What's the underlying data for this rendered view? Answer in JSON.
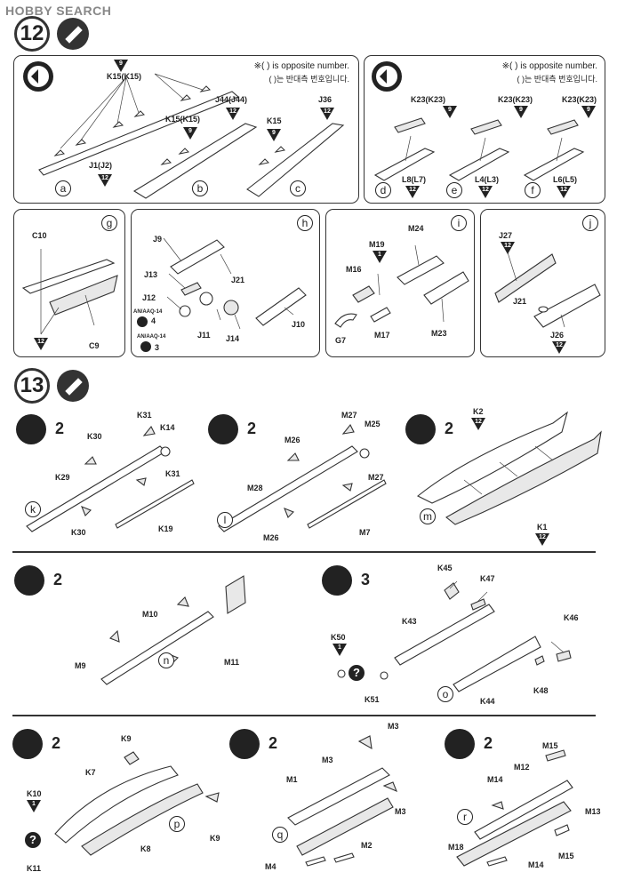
{
  "watermark": "HOBBY SEARCH",
  "step12": {
    "number": "12",
    "panel_a": {
      "note_en": "※( ) is opposite number.",
      "note_ko": "( )는 반대측 번호입니다.",
      "labels": {
        "k15_top": "K15(K15)",
        "k15_top_tag": "9",
        "j1": "J1(J2)",
        "j1_tag": "12",
        "k15_mid": "K15(K15)",
        "k15_mid_tag": "9",
        "j44": "J44(J44)",
        "j44_tag": "12",
        "k15_right": "K15",
        "k15_right_tag": "9",
        "j36": "J36",
        "j36_tag": "12"
      },
      "letters": [
        "a",
        "b",
        "c"
      ]
    },
    "panel_d": {
      "note_en": "※( ) is opposite number.",
      "note_ko": "( )는 반대측 번호입니다.",
      "labels": {
        "k23_1": "K23(K23)",
        "k23_1_tag": "9",
        "k23_2": "K23(K23)",
        "k23_2_tag": "9",
        "k23_3": "K23(K23)",
        "k23_3_tag": "9",
        "l8": "L8(L7)",
        "l8_tag": "12",
        "l4": "L4(L3)",
        "l4_tag": "12",
        "l6": "L6(L5)",
        "l6_tag": "12"
      },
      "letters": [
        "d",
        "e",
        "f"
      ]
    },
    "panel_g": {
      "letter": "g",
      "c10": "C10",
      "c9": "C9",
      "tag": "12"
    },
    "panel_h": {
      "letter": "h",
      "j9": "J9",
      "j13": "J13",
      "j12": "J12",
      "j21": "J21",
      "j11": "J11",
      "j14": "J14",
      "j10": "J10",
      "an1": "AN/AAQ-14",
      "an1_num": "4",
      "an2": "AN/AAQ-14",
      "an2_num": "3"
    },
    "panel_i": {
      "letter": "i",
      "m19": "M19",
      "m19_tag": "1",
      "m24": "M24",
      "m16": "M16",
      "g7": "G7",
      "m17": "M17",
      "m23": "M23"
    },
    "panel_j": {
      "letter": "j",
      "j27": "J27",
      "j27_tag": "12",
      "j21": "J21",
      "j26": "J26",
      "j26_tag": "12"
    }
  },
  "step13": {
    "number": "13",
    "k": {
      "qty": "2",
      "letter": "k",
      "k31a": "K31",
      "k14": "K14",
      "k30a": "K30",
      "k29": "K29",
      "k31b": "K31",
      "k30b": "K30",
      "k19": "K19"
    },
    "l": {
      "qty": "2",
      "letter": "l",
      "m27a": "M27",
      "m25": "M25",
      "m26a": "M26",
      "m28": "M28",
      "m27b": "M27",
      "m26b": "M26",
      "m7": "M7"
    },
    "m": {
      "qty": "2",
      "letter": "m",
      "k2": "K2",
      "k2_tag": "12",
      "k1": "K1",
      "k1_tag": "12"
    },
    "n": {
      "qty": "2",
      "letter": "n",
      "m10": "M10",
      "m9": "M9",
      "m11": "M11"
    },
    "o": {
      "qty": "3",
      "letter": "o",
      "k45": "K45",
      "k47": "K47",
      "k43": "K43",
      "k50": "K50",
      "k50_tag": "1",
      "k51": "K51",
      "k46": "K46",
      "k48": "K48",
      "k44": "K44"
    },
    "p": {
      "qty": "2",
      "letter": "p",
      "k9a": "K9",
      "k7": "K7",
      "k10": "K10",
      "k10_tag": "1",
      "k8": "K8",
      "k9b": "K9",
      "k11": "K11"
    },
    "q": {
      "qty": "2",
      "letter": "q",
      "m3a": "M3",
      "m3b": "M3",
      "m1": "M1",
      "m3c": "M3",
      "m2": "M2",
      "m4": "M4"
    },
    "r": {
      "qty": "2",
      "letter": "r",
      "m15a": "M15",
      "m12": "M12",
      "m14a": "M14",
      "m13": "M13",
      "m18": "M18",
      "m14b": "M14",
      "m15b": "M15"
    }
  }
}
